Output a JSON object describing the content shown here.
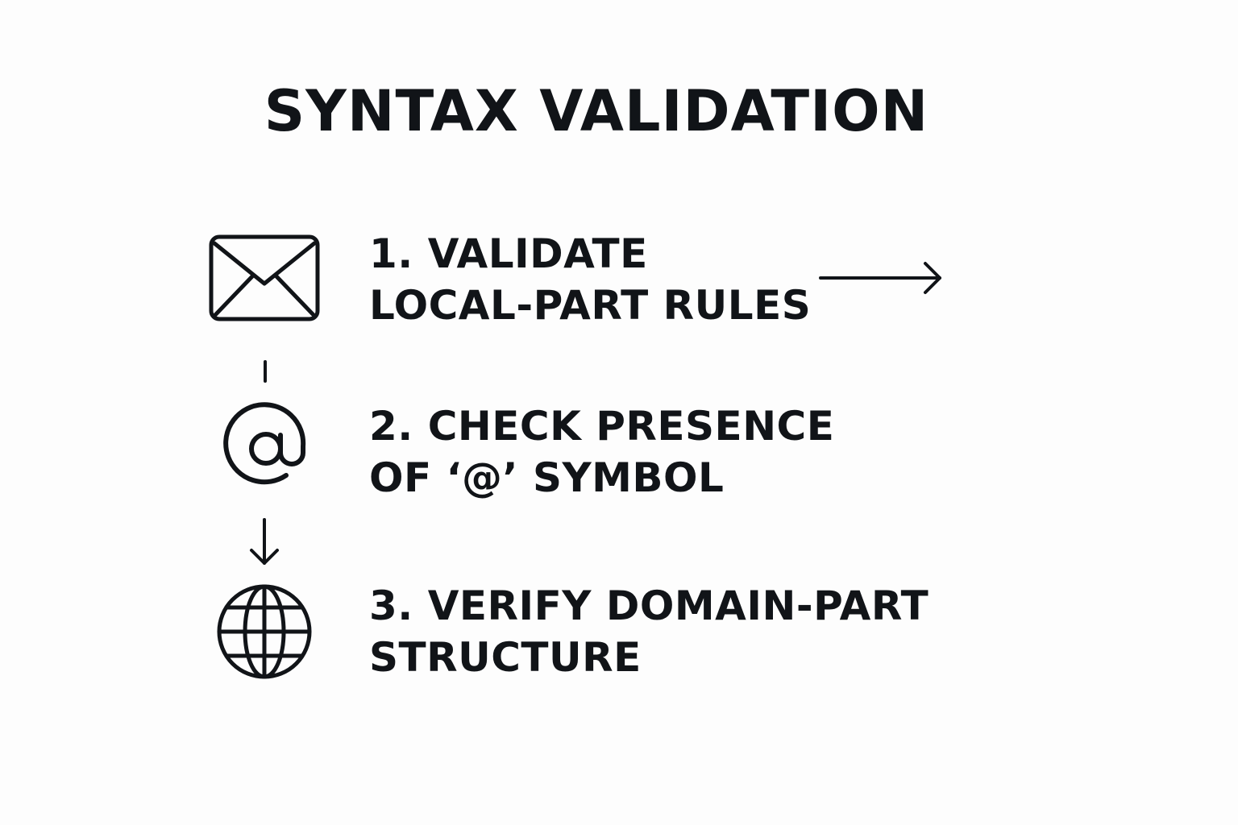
{
  "title": "SYNTAX VALIDATION",
  "steps": [
    {
      "line1": "1. VALIDATE",
      "line2": "LOCAL-PART RULES",
      "icon": "envelope-icon"
    },
    {
      "line1": "2. CHECK PRESENCE",
      "line2": "OF ‘@’ SYMBOL",
      "icon": "at-sign-icon"
    },
    {
      "line1": "3. VERIFY DOMAIN-PART",
      "line2": "STRUCTURE",
      "icon": "globe-icon"
    }
  ],
  "colors": {
    "background": "#fdfdfd",
    "ink": "#111418"
  }
}
